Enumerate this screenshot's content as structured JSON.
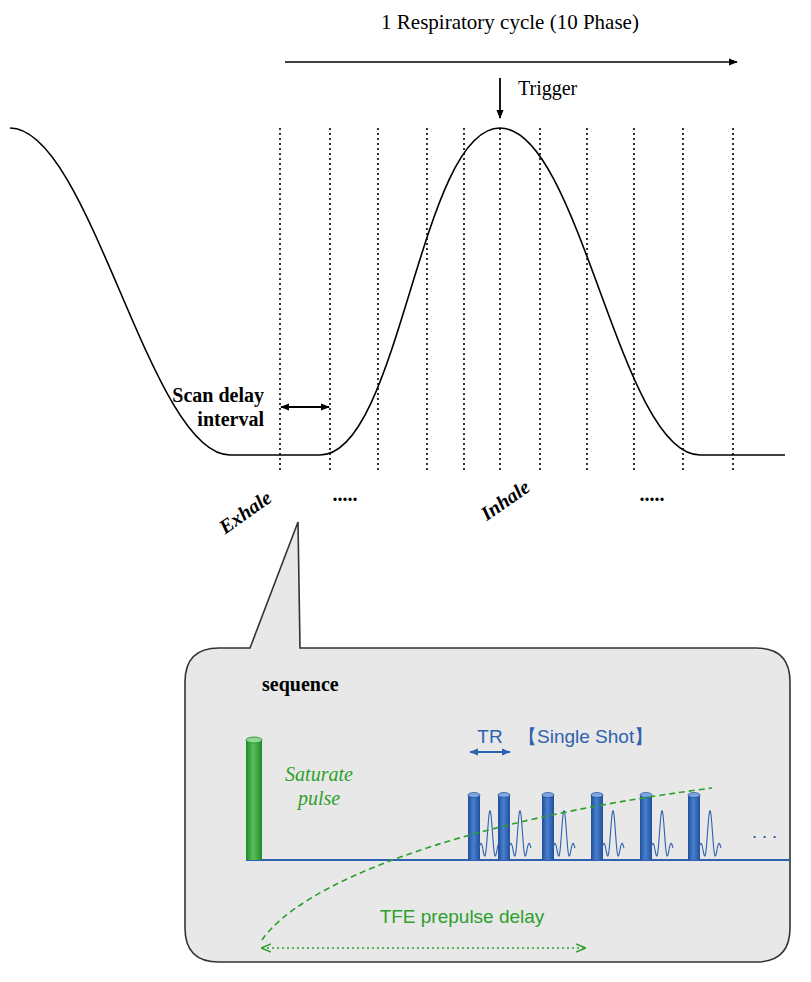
{
  "diagram": {
    "nodes": [
      {
        "text": [
          "sequence"
        ]
      }
    ],
    "labels": [
      "1 Respiratory cycle (10 Phase)",
      "Trigger",
      "Scan delay interval",
      "Exhale",
      ".....",
      "Inhale",
      ".....",
      "Saturate pulse",
      "TR",
      "【Single Shot】",
      "TFE prepulse delay",
      ". . ."
    ]
  }
}
